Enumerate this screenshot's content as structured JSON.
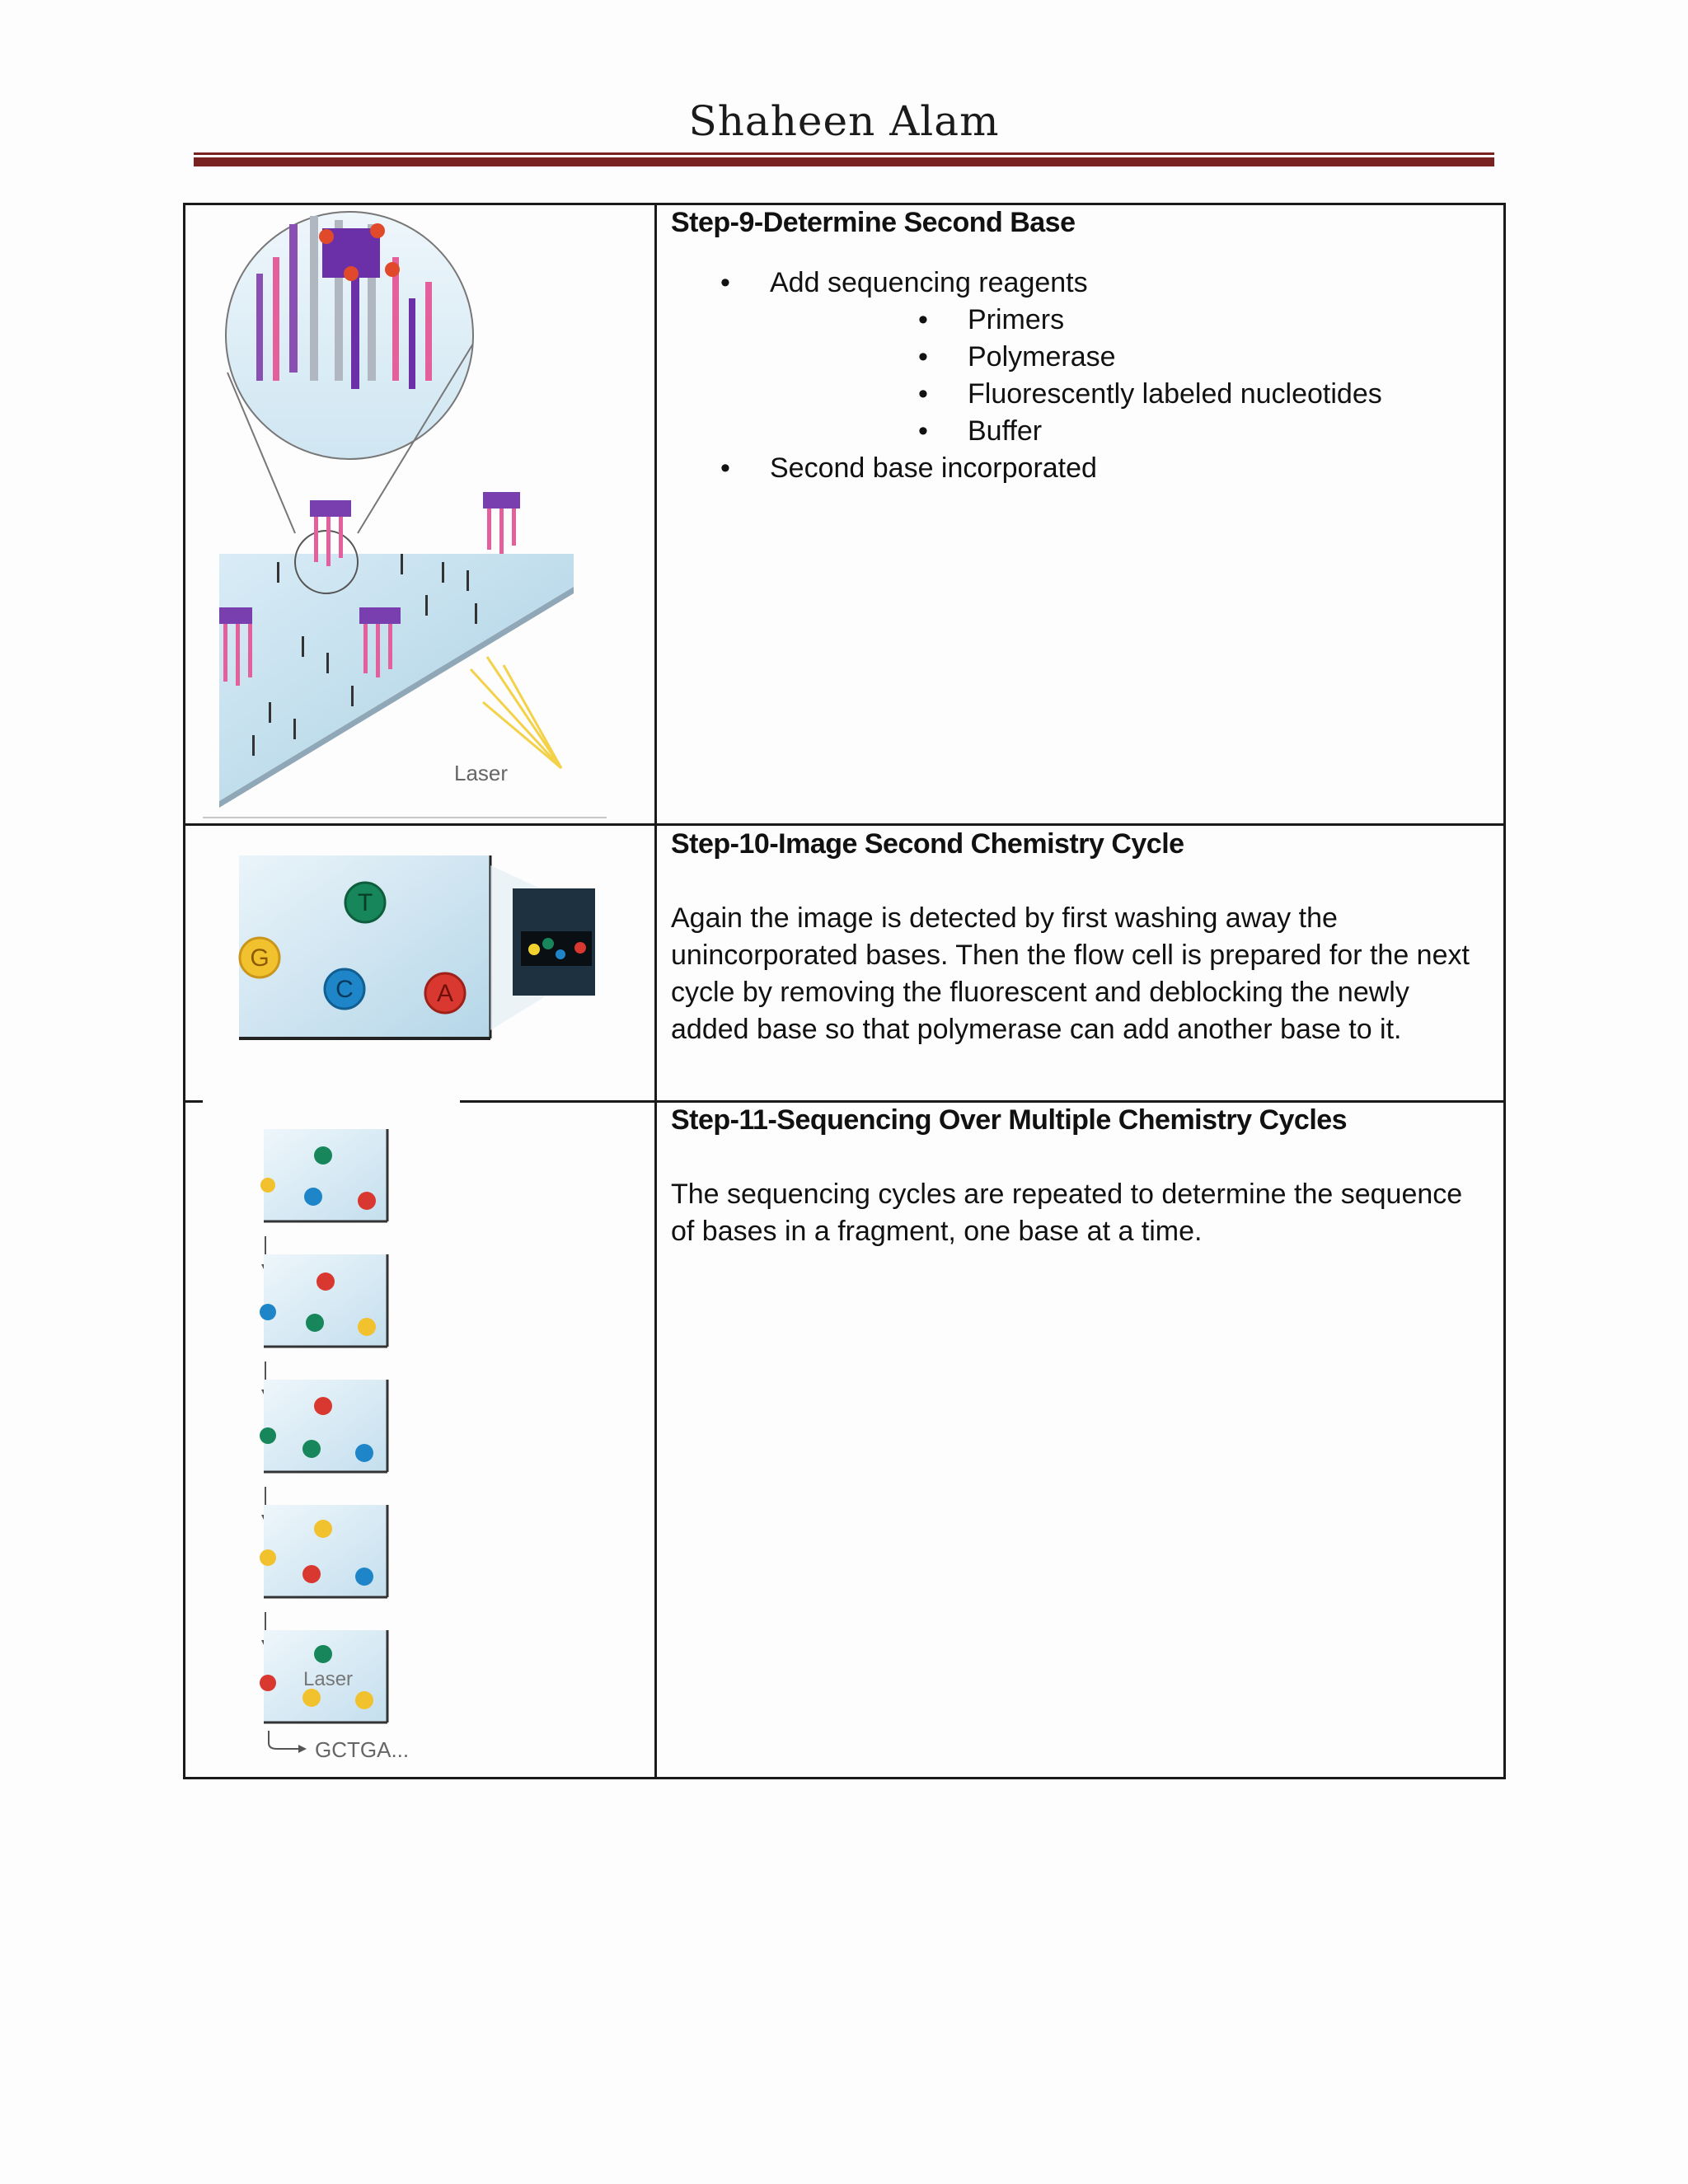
{
  "header": {
    "author": "Shaheen Alam"
  },
  "rows": [
    {
      "title": "Step-9-Determine Second Base",
      "bullets": [
        {
          "text": "Add sequencing reagents",
          "sub": [
            "Primers",
            "Polymerase",
            "Fluorescently labeled nucleotides",
            "Buffer"
          ]
        },
        {
          "text": "Second base incorporated",
          "sub": []
        }
      ],
      "figure_label": "Laser"
    },
    {
      "title": "Step-10-Image Second Chemistry Cycle",
      "paragraph": "Again the image is detected by first washing away the unincorporated bases. Then the flow cell is prepared for the next cycle by removing the fluorescent and deblocking the newly added base so that polymerase can add another base to it.",
      "figure_bases": [
        "G",
        "T",
        "C",
        "A"
      ]
    },
    {
      "title": "Step-11-Sequencing Over Multiple Chemistry Cycles",
      "paragraph": "The sequencing cycles are repeated to determine the sequence of bases in a fragment, one base at a time.",
      "figure_label": "Laser",
      "figure_readout": "GCTGA..."
    }
  ],
  "colors": {
    "header_rule": "#7a2222",
    "base_G": "#f2c12e",
    "base_T": "#17865a",
    "base_C": "#1e86c8",
    "base_A": "#d8382f"
  }
}
